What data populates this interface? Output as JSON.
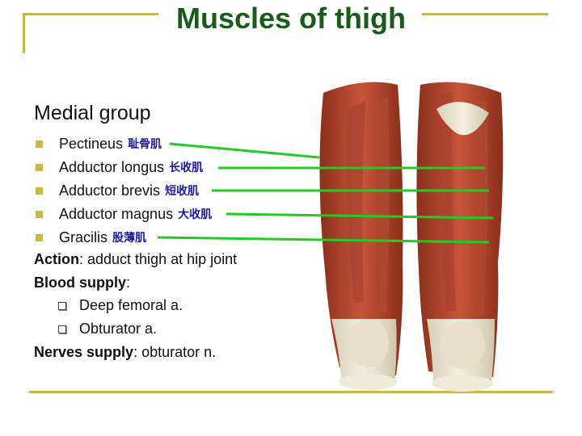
{
  "slide": {
    "title": "Muscles of thigh",
    "section_heading": "Medial group",
    "muscles": [
      {
        "name": "Pectineus",
        "cn": "耻骨肌"
      },
      {
        "name": "Adductor longus",
        "cn": "长收肌"
      },
      {
        "name": "Adductor brevis",
        "cn": "短收肌"
      },
      {
        "name": "Adductor magnus",
        "cn": "大收肌"
      },
      {
        "name": "Gracilis",
        "cn": "股薄肌"
      }
    ],
    "action_label": "Action",
    "action_text": ": adduct thigh at hip joint",
    "blood_label": "Blood supply",
    "blood_colon": ":",
    "blood_items": [
      "Deep femoral a.",
      "Obturator a."
    ],
    "nerve_label": "Nerves supply",
    "nerve_text": ": obturator n."
  },
  "colors": {
    "title": "#1a5a1a",
    "frame": "#c8b84a",
    "leader": "#22cc22",
    "chinese": "#1a1aa0"
  }
}
